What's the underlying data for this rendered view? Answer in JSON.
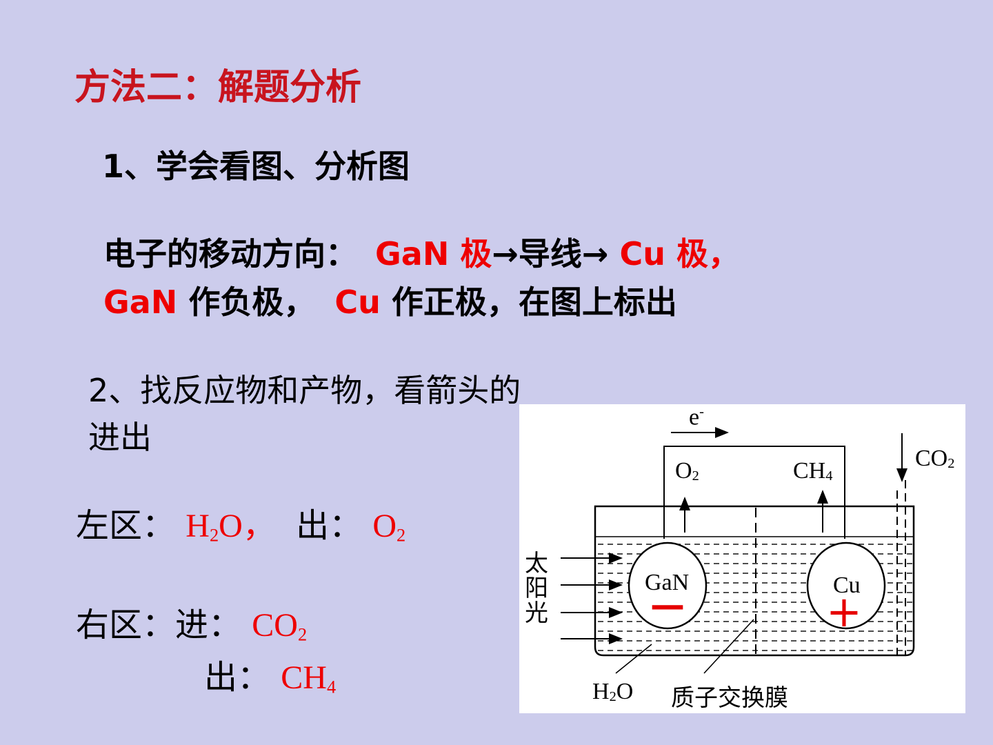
{
  "heading": "方法二：解题分析",
  "step1": {
    "label": "1、学会看图、分析图",
    "electron_prefix": "电子的移动方向：",
    "gan_pole": "GaN 极",
    "arrow1": "→",
    "wire": "导线",
    "arrow2": "→",
    "cu_pole": "Cu 极，",
    "gan": "GaN",
    "gan_role": "作负极，",
    "cu": "Cu",
    "cu_role": "作正极，在图上标出"
  },
  "step2": {
    "line1": "2、找反应物和产物，看箭头的",
    "line2": "进出"
  },
  "left_zone": {
    "label": "左区：",
    "in_main": "H",
    "in_sub": "2",
    "in_tail": "O，",
    "out_label": "出：",
    "out_main": "O",
    "out_sub": "2"
  },
  "right_zone": {
    "label": "右区：进：",
    "in_main": "CO",
    "in_sub": "2",
    "out_label": "出：",
    "out_main": "CH",
    "out_sub": "4"
  },
  "diagram": {
    "electron": "e",
    "electron_sup": "-",
    "o2_main": "O",
    "o2_sub": "2",
    "ch4_main": "CH",
    "ch4_sub": "4",
    "co2_main": "CO",
    "co2_sub": "2",
    "sunlight": "太阳光",
    "gan_label": "GaN",
    "cu_label": "Cu",
    "minus_sign": "—",
    "plus_sign": "+",
    "water_main": "H",
    "water_sub": "2",
    "water_tail": "O",
    "membrane": "质子交换膜"
  },
  "colors": {
    "background": "#ccccec",
    "title": "#c8141e",
    "highlight": "#ee0000"
  }
}
